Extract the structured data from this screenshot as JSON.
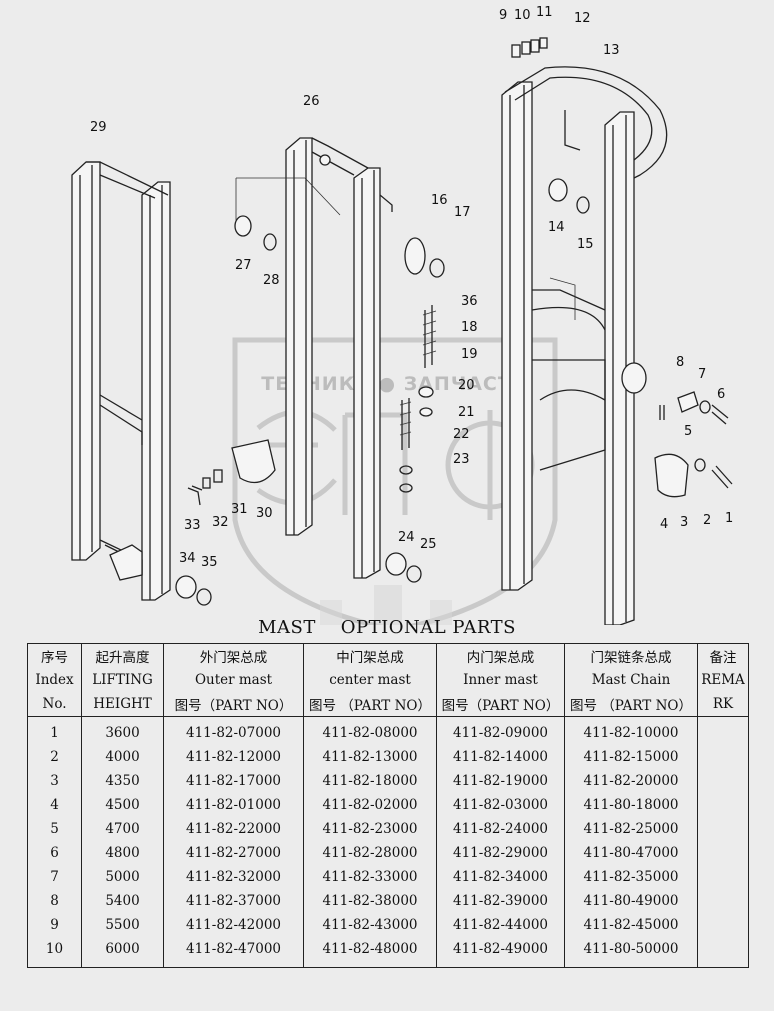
{
  "title": "MAST    OPTIONAL PARTS",
  "callouts": [
    "1",
    "2",
    "3",
    "4",
    "5",
    "6",
    "7",
    "8",
    "9",
    "10",
    "11",
    "12",
    "13",
    "14",
    "15",
    "16",
    "17",
    "18",
    "19",
    "20",
    "21",
    "22",
    "23",
    "24",
    "25",
    "26",
    "27",
    "28",
    "29",
    "30",
    "31",
    "32",
    "33",
    "34",
    "35",
    "36"
  ],
  "watermark": {
    "brand_text": "ТЕХНИКА ● ЗАПЧАСТИ",
    "logo_letters": "ЭПФ"
  },
  "table": {
    "headers": [
      [
        "序号",
        "Index",
        "No."
      ],
      [
        "起升高度",
        "LIFTING",
        "HEIGHT"
      ],
      [
        "外门架总成",
        "Outer mast",
        "图号（PART NO）"
      ],
      [
        "中门架总成",
        "center mast",
        "图号 （PART NO）"
      ],
      [
        "内门架总成",
        "Inner mast",
        "图号（PART NO）"
      ],
      [
        "门架链条总成",
        "Mast Chain",
        "图号 （PART NO）"
      ],
      [
        "备注",
        "REMA",
        "RK"
      ]
    ],
    "rows": [
      [
        "1",
        "3600",
        "411-82-07000",
        "411-82-08000",
        "411-82-09000",
        "411-82-10000",
        ""
      ],
      [
        "2",
        "4000",
        "411-82-12000",
        "411-82-13000",
        "411-82-14000",
        "411-82-15000",
        ""
      ],
      [
        "3",
        "4350",
        "411-82-17000",
        "411-82-18000",
        "411-82-19000",
        "411-82-20000",
        ""
      ],
      [
        "4",
        "4500",
        "411-82-01000",
        "411-82-02000",
        "411-82-03000",
        "411-80-18000",
        ""
      ],
      [
        "5",
        "4700",
        "411-82-22000",
        "411-82-23000",
        "411-82-24000",
        "411-82-25000",
        ""
      ],
      [
        "6",
        "4800",
        "411-82-27000",
        "411-82-28000",
        "411-82-29000",
        "411-80-47000",
        ""
      ],
      [
        "7",
        "5000",
        "411-82-32000",
        "411-82-33000",
        "411-82-34000",
        "411-82-35000",
        ""
      ],
      [
        "8",
        "5400",
        "411-82-37000",
        "411-82-38000",
        "411-82-39000",
        "411-80-49000",
        ""
      ],
      [
        "9",
        "5500",
        "411-82-42000",
        "411-82-43000",
        "411-82-44000",
        "411-82-45000",
        ""
      ],
      [
        "10",
        "6000",
        "411-82-47000",
        "411-82-48000",
        "411-82-49000",
        "411-80-50000",
        ""
      ]
    ]
  }
}
